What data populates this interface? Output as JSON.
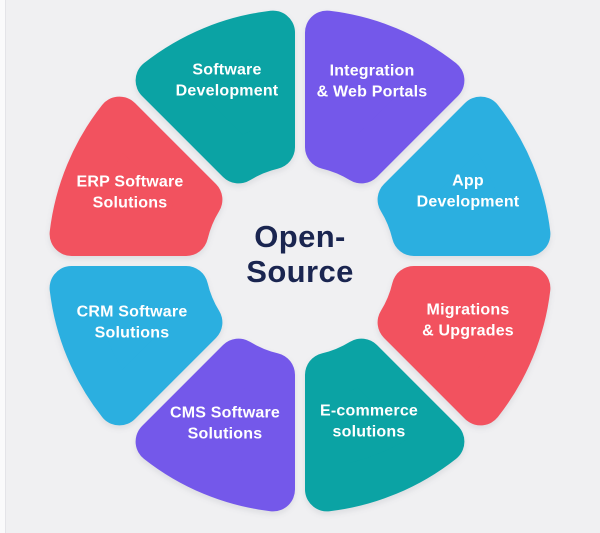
{
  "colors": {
    "bg": "#f0f0f2",
    "navy": "#1a2550",
    "label": "#ffffff",
    "teal": "#0ba3a4",
    "purple": "#7458ea",
    "blue": "#2bafe0",
    "red": "#f2525f"
  },
  "center": {
    "line1": "Open-",
    "line2": "Source"
  },
  "segments": [
    {
      "name": "integration-web-portals",
      "line1": "Integration",
      "line2": "& Web Portals",
      "color": "#7458ea"
    },
    {
      "name": "app-development",
      "line1": "App",
      "line2": "Development",
      "color": "#2bafe0"
    },
    {
      "name": "migrations-upgrades",
      "line1": "Migrations",
      "line2": "& Upgrades",
      "color": "#f2525f"
    },
    {
      "name": "e-commerce-solutions",
      "line1": "E-commerce",
      "line2": "solutions",
      "color": "#0ba3a4"
    },
    {
      "name": "cms-software-solutions",
      "line1": "CMS Software",
      "line2": "Solutions",
      "color": "#7458ea"
    },
    {
      "name": "crm-software-solutions",
      "line1": "CRM Software",
      "line2": "Solutions",
      "color": "#2bafe0"
    },
    {
      "name": "erp-software-solutions",
      "line1": "ERP Software",
      "line2": "Solutions",
      "color": "#f2525f"
    },
    {
      "name": "software-development",
      "line1": "Software",
      "line2": "Development",
      "color": "#0ba3a4"
    }
  ]
}
